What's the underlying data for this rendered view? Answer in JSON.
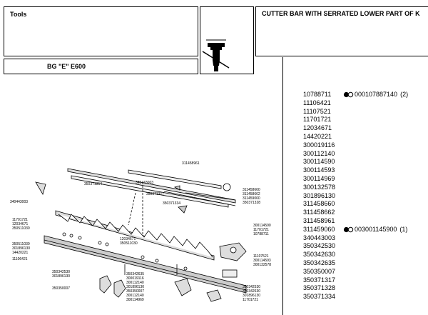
{
  "header": {
    "tools_label": "Tools",
    "model_label": "BG \"E\" E600",
    "title": "CUTTER BAR WITH SERRATED LOWER PART OF K"
  },
  "parts": [
    {
      "part_no": "10788711",
      "ref": "000107887140",
      "qty": "(2)",
      "marker": true
    },
    {
      "part_no": "11106421"
    },
    {
      "part_no": "11107521"
    },
    {
      "part_no": "11701721"
    },
    {
      "part_no": "12034671"
    },
    {
      "part_no": "14420221"
    },
    {
      "part_no": "300019116"
    },
    {
      "part_no": "300112140"
    },
    {
      "part_no": "300114590"
    },
    {
      "part_no": "300114593"
    },
    {
      "part_no": "300114969"
    },
    {
      "part_no": "300132578"
    },
    {
      "part_no": "301896130"
    },
    {
      "part_no": "311458660"
    },
    {
      "part_no": "311458662"
    },
    {
      "part_no": "311458961"
    },
    {
      "part_no": "311459060",
      "ref": "003001145900",
      "qty": "(1)",
      "marker": true
    },
    {
      "part_no": "340443003"
    },
    {
      "part_no": "350342530"
    },
    {
      "part_no": "350342630"
    },
    {
      "part_no": "350342635"
    },
    {
      "part_no": "350350007"
    },
    {
      "part_no": "350371317"
    },
    {
      "part_no": "350371328"
    },
    {
      "part_no": "350371334"
    }
  ],
  "diagram_labels": {
    "l311458961": "311458961",
    "l350371314": "350371314",
    "l340443003a": "340443003",
    "l340443003b": "340443003",
    "l350371317": "350371317",
    "l311458660": "311458660",
    "l311458662": "311458662",
    "l311459060": "311459060",
    "l350371328": "350371328",
    "l350371334": "350371334",
    "l11701721a": "11701721",
    "l12034671a": "12034671",
    "l350511030a": "350511030",
    "l12034671b": "12034671",
    "l350511030b": "350511030",
    "l350511030c": "350511030",
    "l301896130a": "301896130",
    "l14420221": "14420221",
    "l11106421": "11106421",
    "l300114590": "300114590",
    "l11701721b": "11701721",
    "l10788711": "10788711",
    "l11107521": "11107521",
    "l300114593": "300114593",
    "l300132578": "300132578",
    "l350342530a": "350342530",
    "l301896130b": "301896130",
    "l350350007": "350350007",
    "l350342635": "350342635",
    "l300019116": "300019116",
    "l300112140": "300112140",
    "l301896130c": "301896130",
    "l350350007b": "350350007",
    "l300112140b": "300112140",
    "l300114969": "300114969",
    "l350342530b": "350342530",
    "l350342630": "350342630",
    "l301896130d": "301896130",
    "l11701721c": "11701721"
  }
}
